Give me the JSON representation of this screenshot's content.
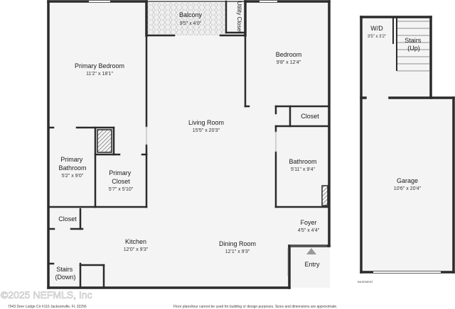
{
  "rooms": {
    "balcony": {
      "name": "Balcony",
      "dims": "9'5\" x 4'0\""
    },
    "utility_closet": {
      "name": "Utility Closet"
    },
    "primary_bedroom": {
      "name": "Primary Bedroom",
      "dims": "11'2\" x 18'1\""
    },
    "bedroom": {
      "name": "Bedroom",
      "dims": "9'8\" x 12'4\""
    },
    "living_room": {
      "name": "Living Room",
      "dims": "15'5\" x 20'3\""
    },
    "closet_right": {
      "name": "Closet"
    },
    "primary_bathroom": {
      "name": "Primary Bathroom",
      "dims": "5'2\" x 9'0\""
    },
    "primary_closet": {
      "name": "Primary Closet",
      "dims": "5'7\" x 5'10\""
    },
    "bathroom": {
      "name": "Bathroom",
      "dims": "5'11\" x 9'4\""
    },
    "closet_left": {
      "name": "Closet"
    },
    "foyer": {
      "name": "Foyer",
      "dims": "4'5\" x 4'4\""
    },
    "kitchen": {
      "name": "Kitchen",
      "dims": "12'0\" x 9'3\""
    },
    "dining_room": {
      "name": "Dining Room",
      "dims": "12'1\" x 9'3\""
    },
    "entry": {
      "name": "Entry"
    },
    "stairs_down": {
      "name": "Stairs (Down)"
    },
    "wd": {
      "name": "W/D",
      "dims": "3'5\" x 3'2\""
    },
    "stairs_up": {
      "name": "Stairs (Up)"
    },
    "garage": {
      "name": "Garage",
      "dims": "10'6\" x 20'4\""
    }
  },
  "footer": {
    "address": "7043 Deer Lodge Cir #110 Jacksonville, FL 32256",
    "disclaimer": "Floor plans/tour cannot be used for building or design purposes. Sizes and dimensions are approximate.",
    "basement_label": "BASEMENT",
    "watermark": "©2025 NEFMLS, Inc"
  },
  "colors": {
    "wall": "#2b2b2b",
    "floor": "#f4f4f4",
    "hatch": "#555555",
    "entry_marker": "#9a9a9a"
  }
}
